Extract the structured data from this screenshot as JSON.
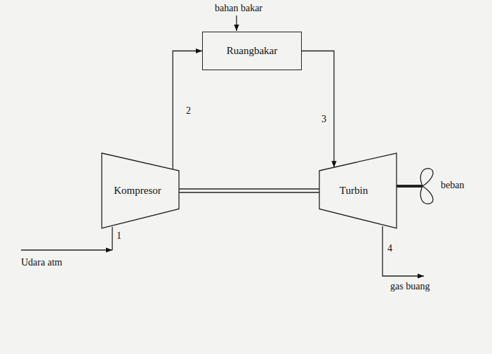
{
  "diagram": {
    "nodes": [
      {
        "text": [
          "Ruangbakar"
        ]
      },
      {
        "text": [
          "Kompresor"
        ]
      },
      {
        "text": [
          "Turbin"
        ]
      }
    ],
    "edges": [
      {
        "from": 1,
        "to": 0,
        "arrow": "to"
      },
      {
        "from": 0,
        "to": 2,
        "arrow": "to"
      },
      {
        "from": 1,
        "to": 2,
        "arrow": "none"
      }
    ],
    "labels": [
      "bahan bakar",
      "1",
      "2",
      "3",
      "4",
      "beban",
      "Udara atm",
      "gas buang"
    ]
  }
}
